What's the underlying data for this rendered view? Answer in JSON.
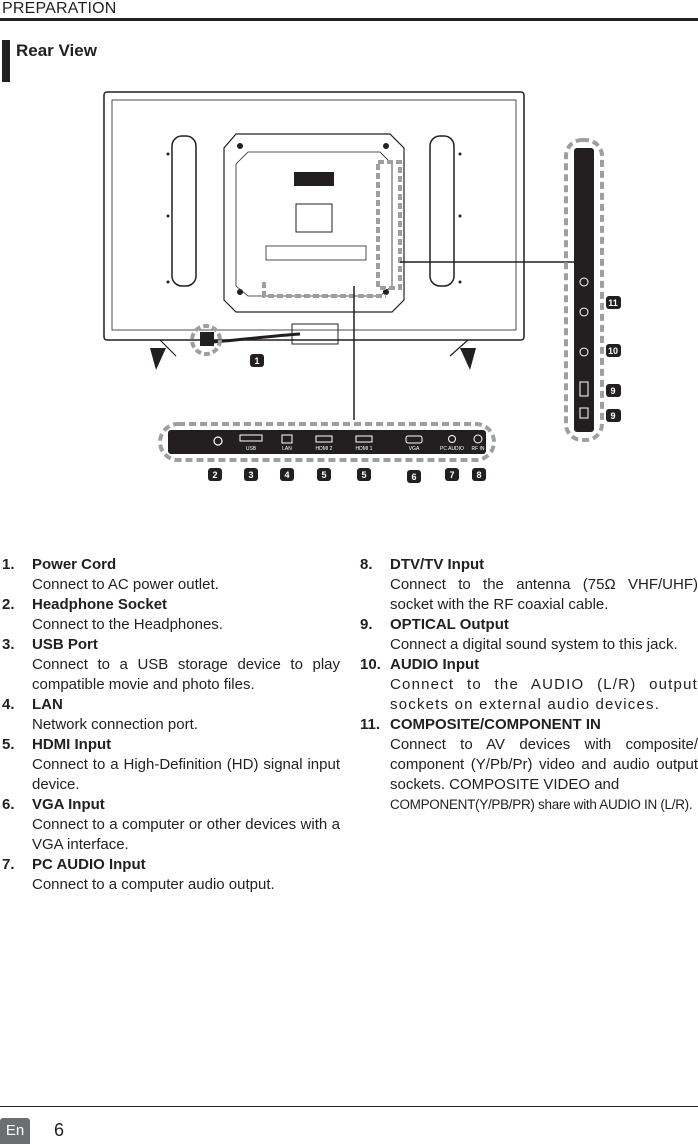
{
  "header": {
    "title": "PREPARATION"
  },
  "section": {
    "title": "Rear View"
  },
  "callouts": [
    "1",
    "2",
    "3",
    "4",
    "5",
    "5",
    "6",
    "7",
    "8",
    "9",
    "9",
    "10",
    "11"
  ],
  "port_labels": {
    "usb": "USB",
    "lan": "LAN",
    "hdmi2": "HDMI 2",
    "hdmi1": "HDMI 1",
    "vga": "VGA",
    "pcaudio": "PC AUDIO",
    "rfin": "RF IN"
  },
  "items_left": [
    {
      "num": "1.",
      "title": "Power Cord",
      "desc": "Connect to AC power outlet."
    },
    {
      "num": "2.",
      "title": "Headphone Socket",
      "desc": "Connect to the Headphones."
    },
    {
      "num": "3.",
      "title": "USB Port",
      "desc": "Connect to a USB storage device to play compatible movie and photo files."
    },
    {
      "num": "4.",
      "title": "LAN",
      "desc": "Network connection port."
    },
    {
      "num": "5.",
      "title": "HDMI Input",
      "desc": "Connect to a High-Definition (HD) signal input device."
    },
    {
      "num": "6.",
      "title": "VGA Input",
      "desc": "Connect to a computer or other devices with a VGA interface."
    },
    {
      "num": "7.",
      "title": "PC AUDIO Input",
      "desc": "Connect to a computer audio output."
    }
  ],
  "items_right": [
    {
      "num": "8.",
      "title": "DTV/TV Input",
      "desc": "Connect to the antenna (75Ω VHF/UHF) socket with the RF coaxial cable."
    },
    {
      "num": "9.",
      "title": "OPTICAL Output",
      "desc": "Connect a digital sound system to this jack."
    },
    {
      "num": "10.",
      "title": "AUDIO Input",
      "desc": "Connect to the AUDIO (L/R) output sockets on external audio devices."
    },
    {
      "num": "11.",
      "title": "COMPOSITE/COMPONENT IN",
      "desc": "Connect to AV devices with composite/ component (Y/Pb/Pr) video and audio output sockets. COMPOSITE VIDEO and",
      "desc2": "COMPONENT(Y/PB/PR) share with AUDIO IN (L/R)."
    }
  ],
  "footer": {
    "lang": "En",
    "page": "6"
  }
}
